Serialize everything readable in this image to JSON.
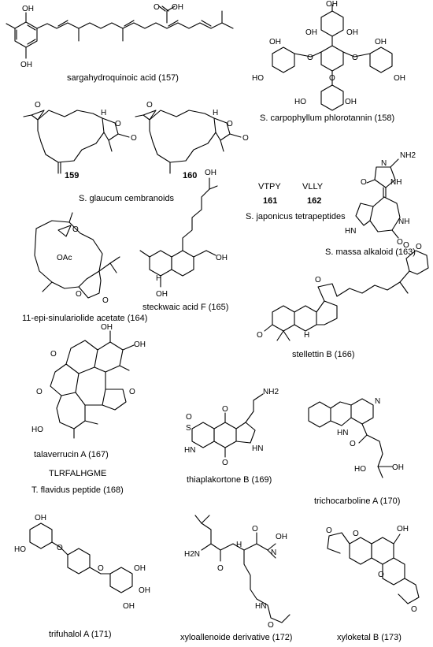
{
  "labels": {
    "c157": "sargahydroquinoic acid (157)",
    "c158": "S. carpophyllum phlorotannin (158)",
    "n159": "159",
    "n160": "160",
    "c159_160": "S. glaucum cembranoids",
    "seq161": "VTPY",
    "seq162": "VLLY",
    "n161": "161",
    "n162": "162",
    "c161_162": "S. japonicus tetrapeptides",
    "c163": "S. massa alkaloid (163)",
    "c164": "11-epi-sinulariolide acetate (164)",
    "c165": "steckwaic acid F (165)",
    "c166": "stellettin B (166)",
    "c167": "talaverrucin A (167)",
    "seq168": "TLRFALHGME",
    "c168": "T. flavidus peptide (168)",
    "c169": "thiaplakortone B (169)",
    "c170": "trichocarboline A (170)",
    "c171": "trifuhalol A (171)",
    "c172": "xyloallenoide derivative (172)",
    "c173": "xyloketal B (173)"
  },
  "atoms": {
    "oh": "OH",
    "ho": "HO",
    "o": "O",
    "h": "H",
    "nh": "NH",
    "nh2": "NH2",
    "h2n": "H2N",
    "n": "N",
    "hn": "HN",
    "oac": "OAc",
    "s": "S"
  }
}
